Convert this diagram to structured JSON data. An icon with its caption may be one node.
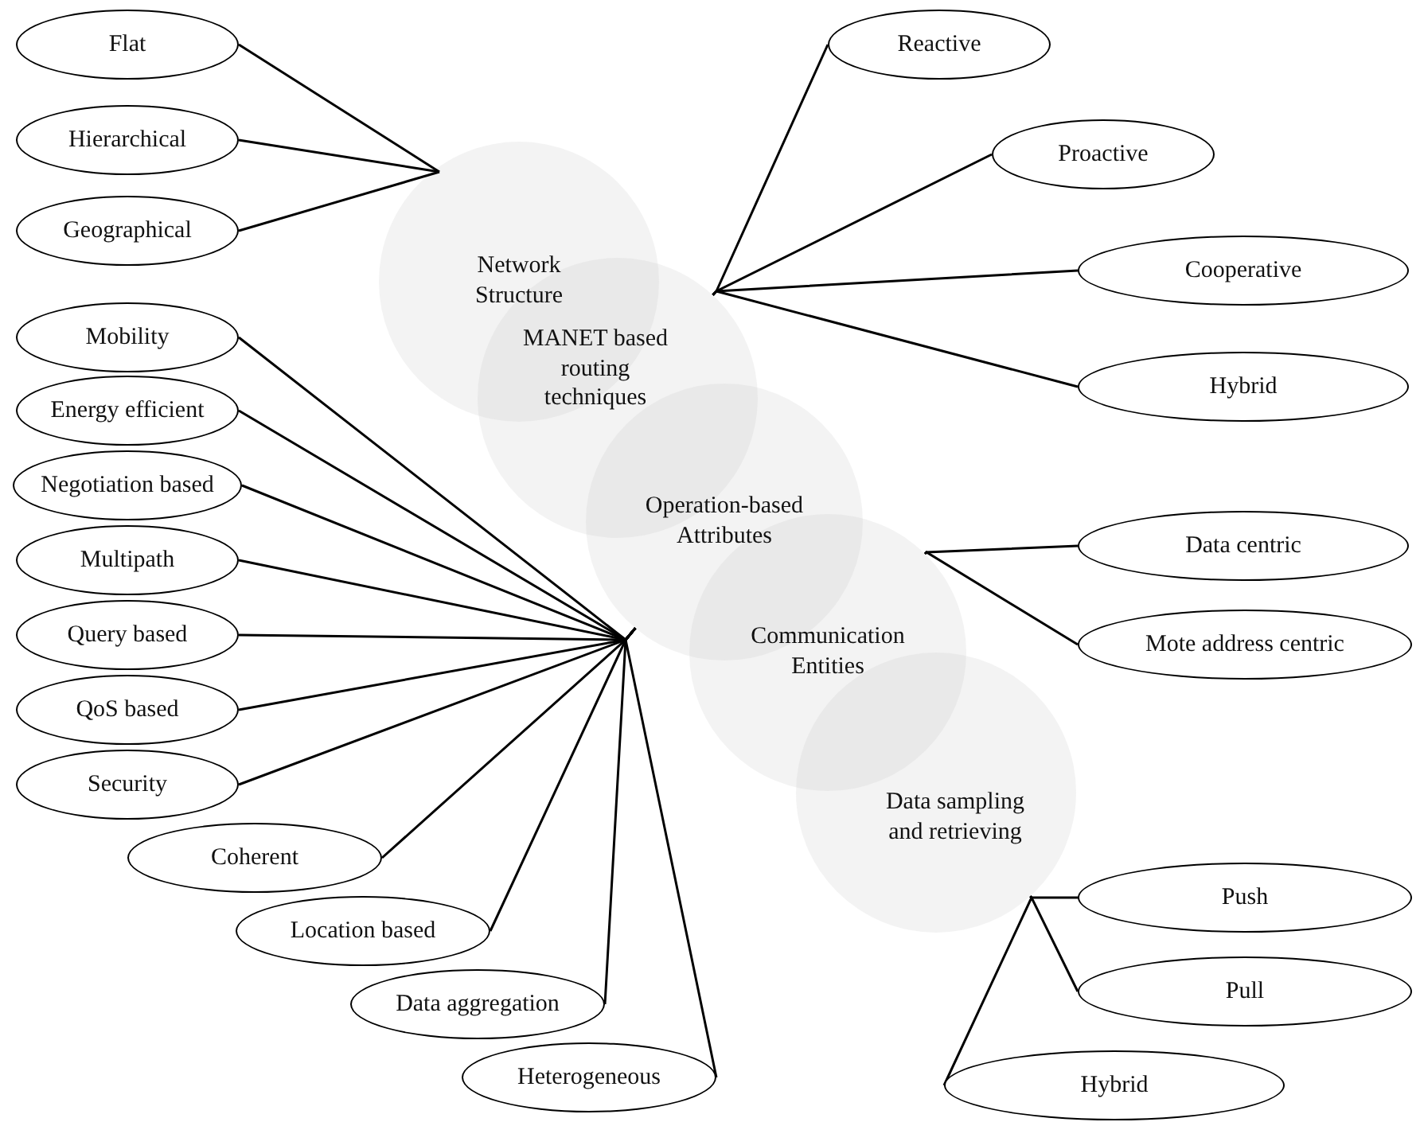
{
  "diagram": {
    "nodes": [
      {
        "text": [
          "Network Structure"
        ]
      },
      {
        "text": [
          "MANET based routing techniques"
        ]
      },
      {
        "text": [
          "Operation-based Attributes"
        ]
      },
      {
        "text": [
          "Communication Entities"
        ]
      },
      {
        "text": [
          "Data sampling and retrieving"
        ]
      },
      {
        "text": [
          "Flat"
        ]
      },
      {
        "text": [
          "Hierarchical"
        ]
      },
      {
        "text": [
          "Geographical"
        ]
      },
      {
        "text": [
          "Mobility"
        ]
      },
      {
        "text": [
          "Energy efficient"
        ]
      },
      {
        "text": [
          "Negotiation based"
        ]
      },
      {
        "text": [
          "Multipath"
        ]
      },
      {
        "text": [
          "Query based"
        ]
      },
      {
        "text": [
          "QoS based"
        ]
      },
      {
        "text": [
          "Security"
        ]
      },
      {
        "text": [
          "Coherent"
        ]
      },
      {
        "text": [
          "Location based"
        ]
      },
      {
        "text": [
          "Data aggregation"
        ]
      },
      {
        "text": [
          "Heterogeneous"
        ]
      },
      {
        "text": [
          "Reactive"
        ]
      },
      {
        "text": [
          "Proactive"
        ]
      },
      {
        "text": [
          "Cooperative"
        ]
      },
      {
        "text": [
          "Hybrid"
        ]
      },
      {
        "text": [
          "Data centric"
        ]
      },
      {
        "text": [
          "Mote address centric"
        ]
      },
      {
        "text": [
          "Push"
        ]
      },
      {
        "text": [
          "Pull"
        ]
      },
      {
        "text": [
          "Hybrid"
        ]
      }
    ],
    "edges": [
      {
        "from": 0,
        "to": 5,
        "arrow": "none"
      },
      {
        "from": 0,
        "to": 6,
        "arrow": "none"
      },
      {
        "from": 0,
        "to": 7,
        "arrow": "none"
      },
      {
        "from": 1,
        "to": 19,
        "arrow": "none"
      },
      {
        "from": 1,
        "to": 20,
        "arrow": "none"
      },
      {
        "from": 1,
        "to": 21,
        "arrow": "none"
      },
      {
        "from": 1,
        "to": 22,
        "arrow": "none"
      },
      {
        "from": 2,
        "to": 8,
        "arrow": "none"
      },
      {
        "from": 2,
        "to": 9,
        "arrow": "none"
      },
      {
        "from": 2,
        "to": 10,
        "arrow": "none"
      },
      {
        "from": 2,
        "to": 11,
        "arrow": "none"
      },
      {
        "from": 2,
        "to": 12,
        "arrow": "none"
      },
      {
        "from": 2,
        "to": 13,
        "arrow": "none"
      },
      {
        "from": 2,
        "to": 14,
        "arrow": "none"
      },
      {
        "from": 2,
        "to": 15,
        "arrow": "none"
      },
      {
        "from": 2,
        "to": 16,
        "arrow": "none"
      },
      {
        "from": 2,
        "to": 17,
        "arrow": "none"
      },
      {
        "from": 2,
        "to": 18,
        "arrow": "none"
      },
      {
        "from": 3,
        "to": 23,
        "arrow": "none"
      },
      {
        "from": 3,
        "to": 24,
        "arrow": "none"
      },
      {
        "from": 4,
        "to": 25,
        "arrow": "none"
      },
      {
        "from": 4,
        "to": 26,
        "arrow": "none"
      },
      {
        "from": 4,
        "to": 27,
        "arrow": "none"
      }
    ]
  }
}
